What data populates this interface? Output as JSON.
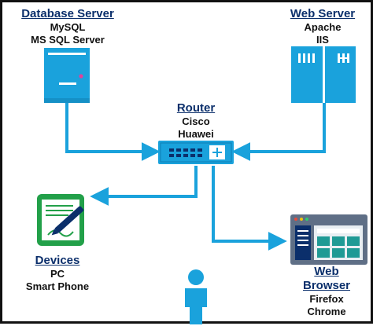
{
  "colors": {
    "accent": "#1aa2dc",
    "dark_blue": "#0b2f6b",
    "device_green": "#22a049",
    "browser_frame": "#5f6f86",
    "browser_accent": "#1f9a95"
  },
  "nodes": {
    "database_server": {
      "title": "Database Server",
      "lines": [
        "MySQL",
        "MS SQL Server"
      ],
      "icon": "server-tower-icon"
    },
    "web_server": {
      "title": "Web Server",
      "lines": [
        "Apache",
        "IIS"
      ],
      "icon": "server-rack-icon"
    },
    "router": {
      "title": "Router",
      "lines": [
        "Cisco",
        "Huawei"
      ],
      "icon": "router-icon"
    },
    "devices": {
      "title": "Devices",
      "lines": [
        "PC",
        "Smart Phone"
      ],
      "icon": "tablet-stylus-icon"
    },
    "web_browser": {
      "title_lines": [
        "Web",
        "Browser"
      ],
      "lines": [
        "Firefox",
        "Chrome"
      ],
      "icon": "browser-window-icon"
    },
    "user": {
      "icon": "user-icon"
    }
  },
  "connections": [
    [
      "database_server",
      "router"
    ],
    [
      "web_server",
      "router"
    ],
    [
      "router",
      "devices"
    ],
    [
      "router",
      "web_browser"
    ]
  ]
}
